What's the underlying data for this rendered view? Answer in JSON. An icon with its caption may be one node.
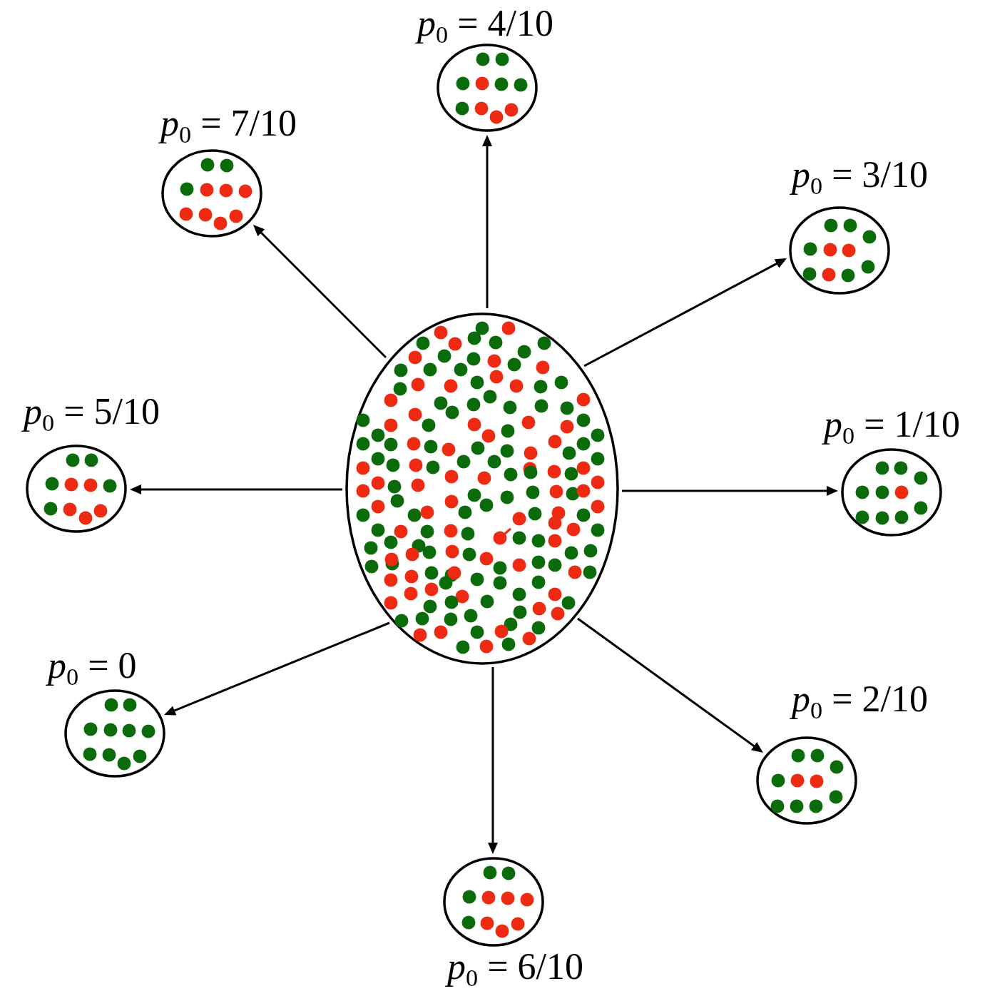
{
  "diagram": {
    "nodes": [
      {
        "text": [],
        "shape": "ellipse"
      },
      {
        "text": [
          "*p*$_{0}$ = 4/10"
        ]
      },
      {
        "text": [
          "*p*$_{0}$ = 7/10"
        ]
      },
      {
        "text": [
          "*p*$_{0}$ = 3/10"
        ]
      },
      {
        "text": [
          "*p*$_{0}$ = 5/10"
        ]
      },
      {
        "text": [
          "*p*$_{0}$ = 1/10"
        ]
      },
      {
        "text": [
          "*p*$_{0}$ = 0"
        ]
      },
      {
        "text": [
          "*p*$_{0}$ = 2/10"
        ]
      },
      {
        "text": [
          "*p*$_{0}$ = 6/10"
        ]
      }
    ],
    "edges": [
      {
        "from": 0,
        "to": 1,
        "arrow": "to"
      },
      {
        "from": 0,
        "to": 2,
        "arrow": "to"
      },
      {
        "from": 0,
        "to": 3,
        "arrow": "to"
      },
      {
        "from": 0,
        "to": 4,
        "arrow": "to"
      },
      {
        "from": 0,
        "to": 5,
        "arrow": "to"
      },
      {
        "from": 0,
        "to": 6,
        "arrow": "to"
      },
      {
        "from": 0,
        "to": 7,
        "arrow": "to"
      },
      {
        "from": 0,
        "to": 8,
        "arrow": "to"
      }
    ]
  }
}
